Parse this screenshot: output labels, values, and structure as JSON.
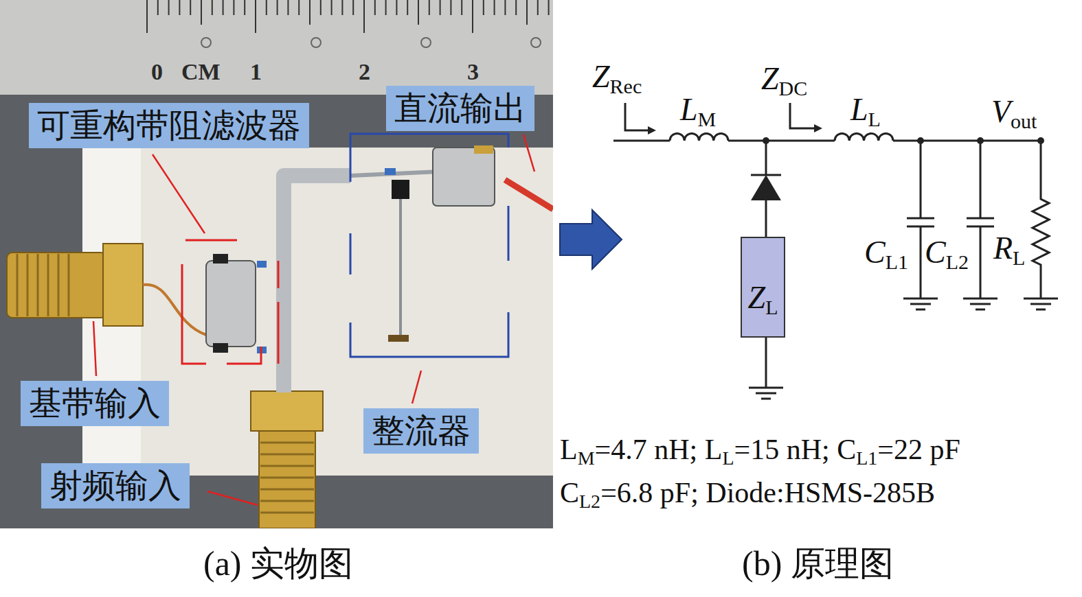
{
  "diagram": {
    "nodes": [
      {
        "text": [
          "可重构带阻滤波器"
        ]
      },
      {
        "text": [
          "直流输出"
        ]
      },
      {
        "text": [
          "基带输入"
        ]
      },
      {
        "text": [
          "整流器"
        ]
      },
      {
        "text": [
          "射频输入"
        ]
      },
      {
        "text": [
          "ZL"
        ]
      }
    ],
    "labels": [
      "0",
      "CM",
      "1",
      "2",
      "3",
      "ZRec",
      "LM",
      "ZDC",
      "LL",
      "Vout",
      "CL1",
      "CL2",
      "RL",
      "LM=4.7 nH; LL=15 nH; CL1=22 pF",
      "CL2=6.8 pF; Diode:HSMS-285B",
      "(a) 实物图",
      "(b) 原理图"
    ]
  }
}
